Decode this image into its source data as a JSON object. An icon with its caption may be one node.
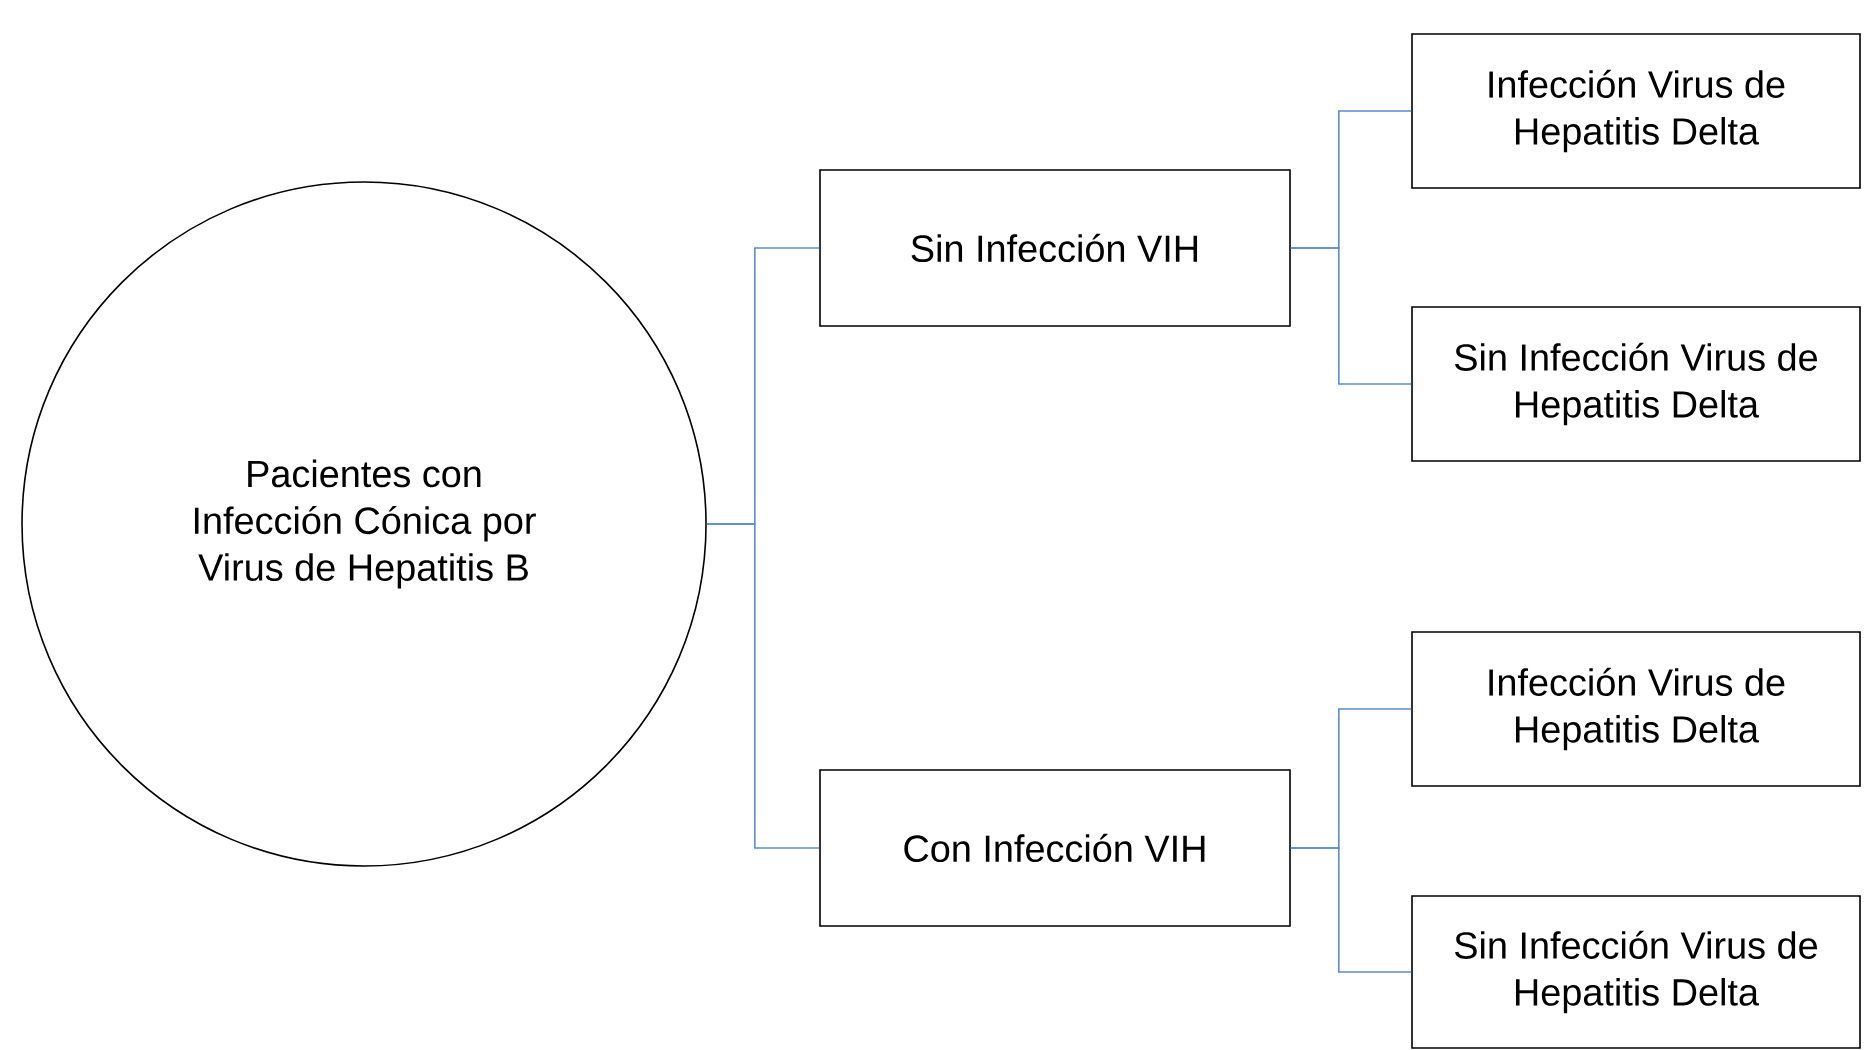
{
  "diagram": {
    "nodes": [
      {
        "text": [
          "Pacientes con Infección Cónica por Virus de Hepatitis B"
        ]
      },
      {
        "text": [
          "Sin Infección VIH"
        ]
      },
      {
        "text": [
          "Con Infección VIH"
        ]
      },
      {
        "text": [
          "Infección Virus de Hepatitis Delta"
        ]
      },
      {
        "text": [
          "Sin Infección Virus de Hepatitis Delta"
        ]
      },
      {
        "text": [
          "Infección Virus de Hepatitis Delta"
        ]
      },
      {
        "text": [
          "Sin Infección Virus de Hepatitis Delta"
        ]
      }
    ],
    "edges": [
      {
        "from": 0,
        "to": 1,
        "arrow": "none"
      },
      {
        "from": 0,
        "to": 2,
        "arrow": "none"
      },
      {
        "from": 1,
        "to": 3,
        "arrow": "none"
      },
      {
        "from": 1,
        "to": 4,
        "arrow": "none"
      },
      {
        "from": 2,
        "to": 5,
        "arrow": "none"
      },
      {
        "from": 2,
        "to": 6,
        "arrow": "none"
      }
    ]
  }
}
